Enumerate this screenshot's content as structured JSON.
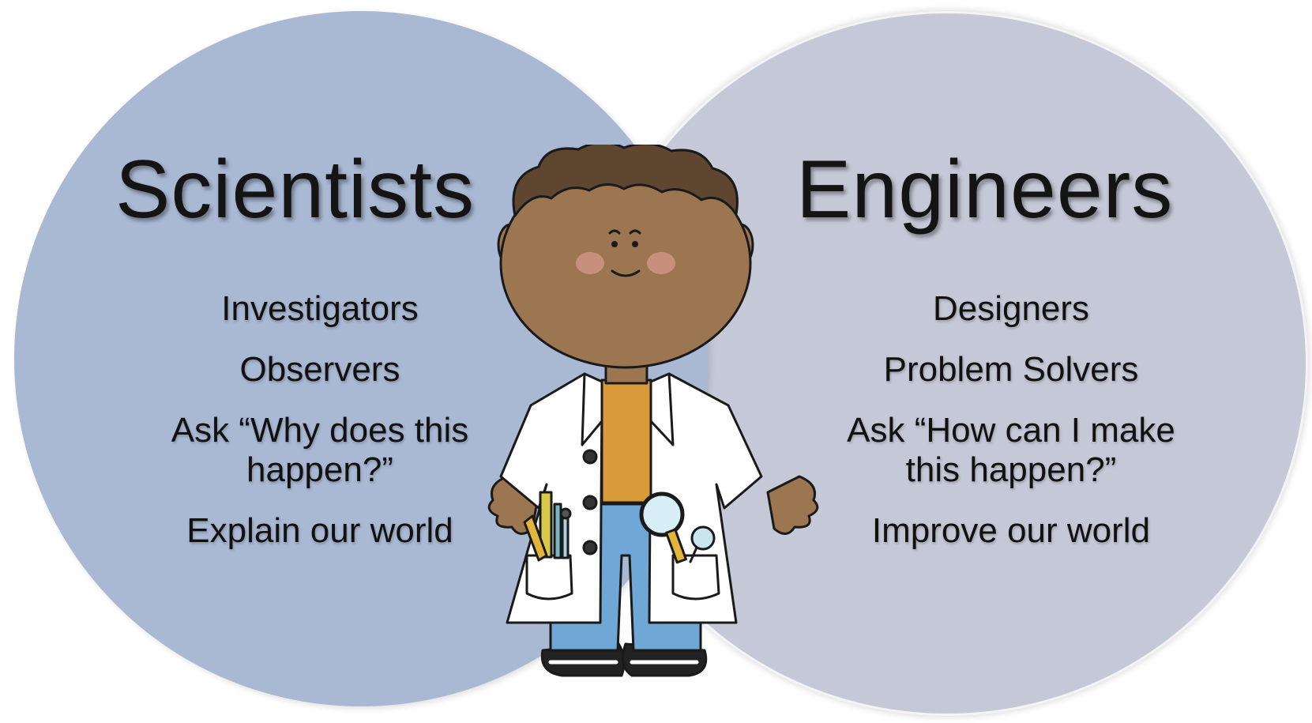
{
  "diagram": {
    "left": {
      "heading": "Scientists",
      "items": [
        "Investigators",
        "Observers",
        "Ask “Why does this",
        "happen?”",
        "Explain our world"
      ]
    },
    "right": {
      "heading": "Engineers",
      "items": [
        "Designers",
        "Problem Solvers",
        "Ask “How can I make",
        "this happen?”",
        "Improve our world"
      ]
    },
    "center_figure": "kid-scientist-lab-coat",
    "colors": {
      "left_circle": "#a9b8d3",
      "right_circle": "#c5c9d7",
      "lab_coat": "#ffffff",
      "skin": "#9b7650",
      "hair": "#5e4631",
      "shirt": "#d99a3a",
      "jeans": "#6fa8d6"
    }
  }
}
